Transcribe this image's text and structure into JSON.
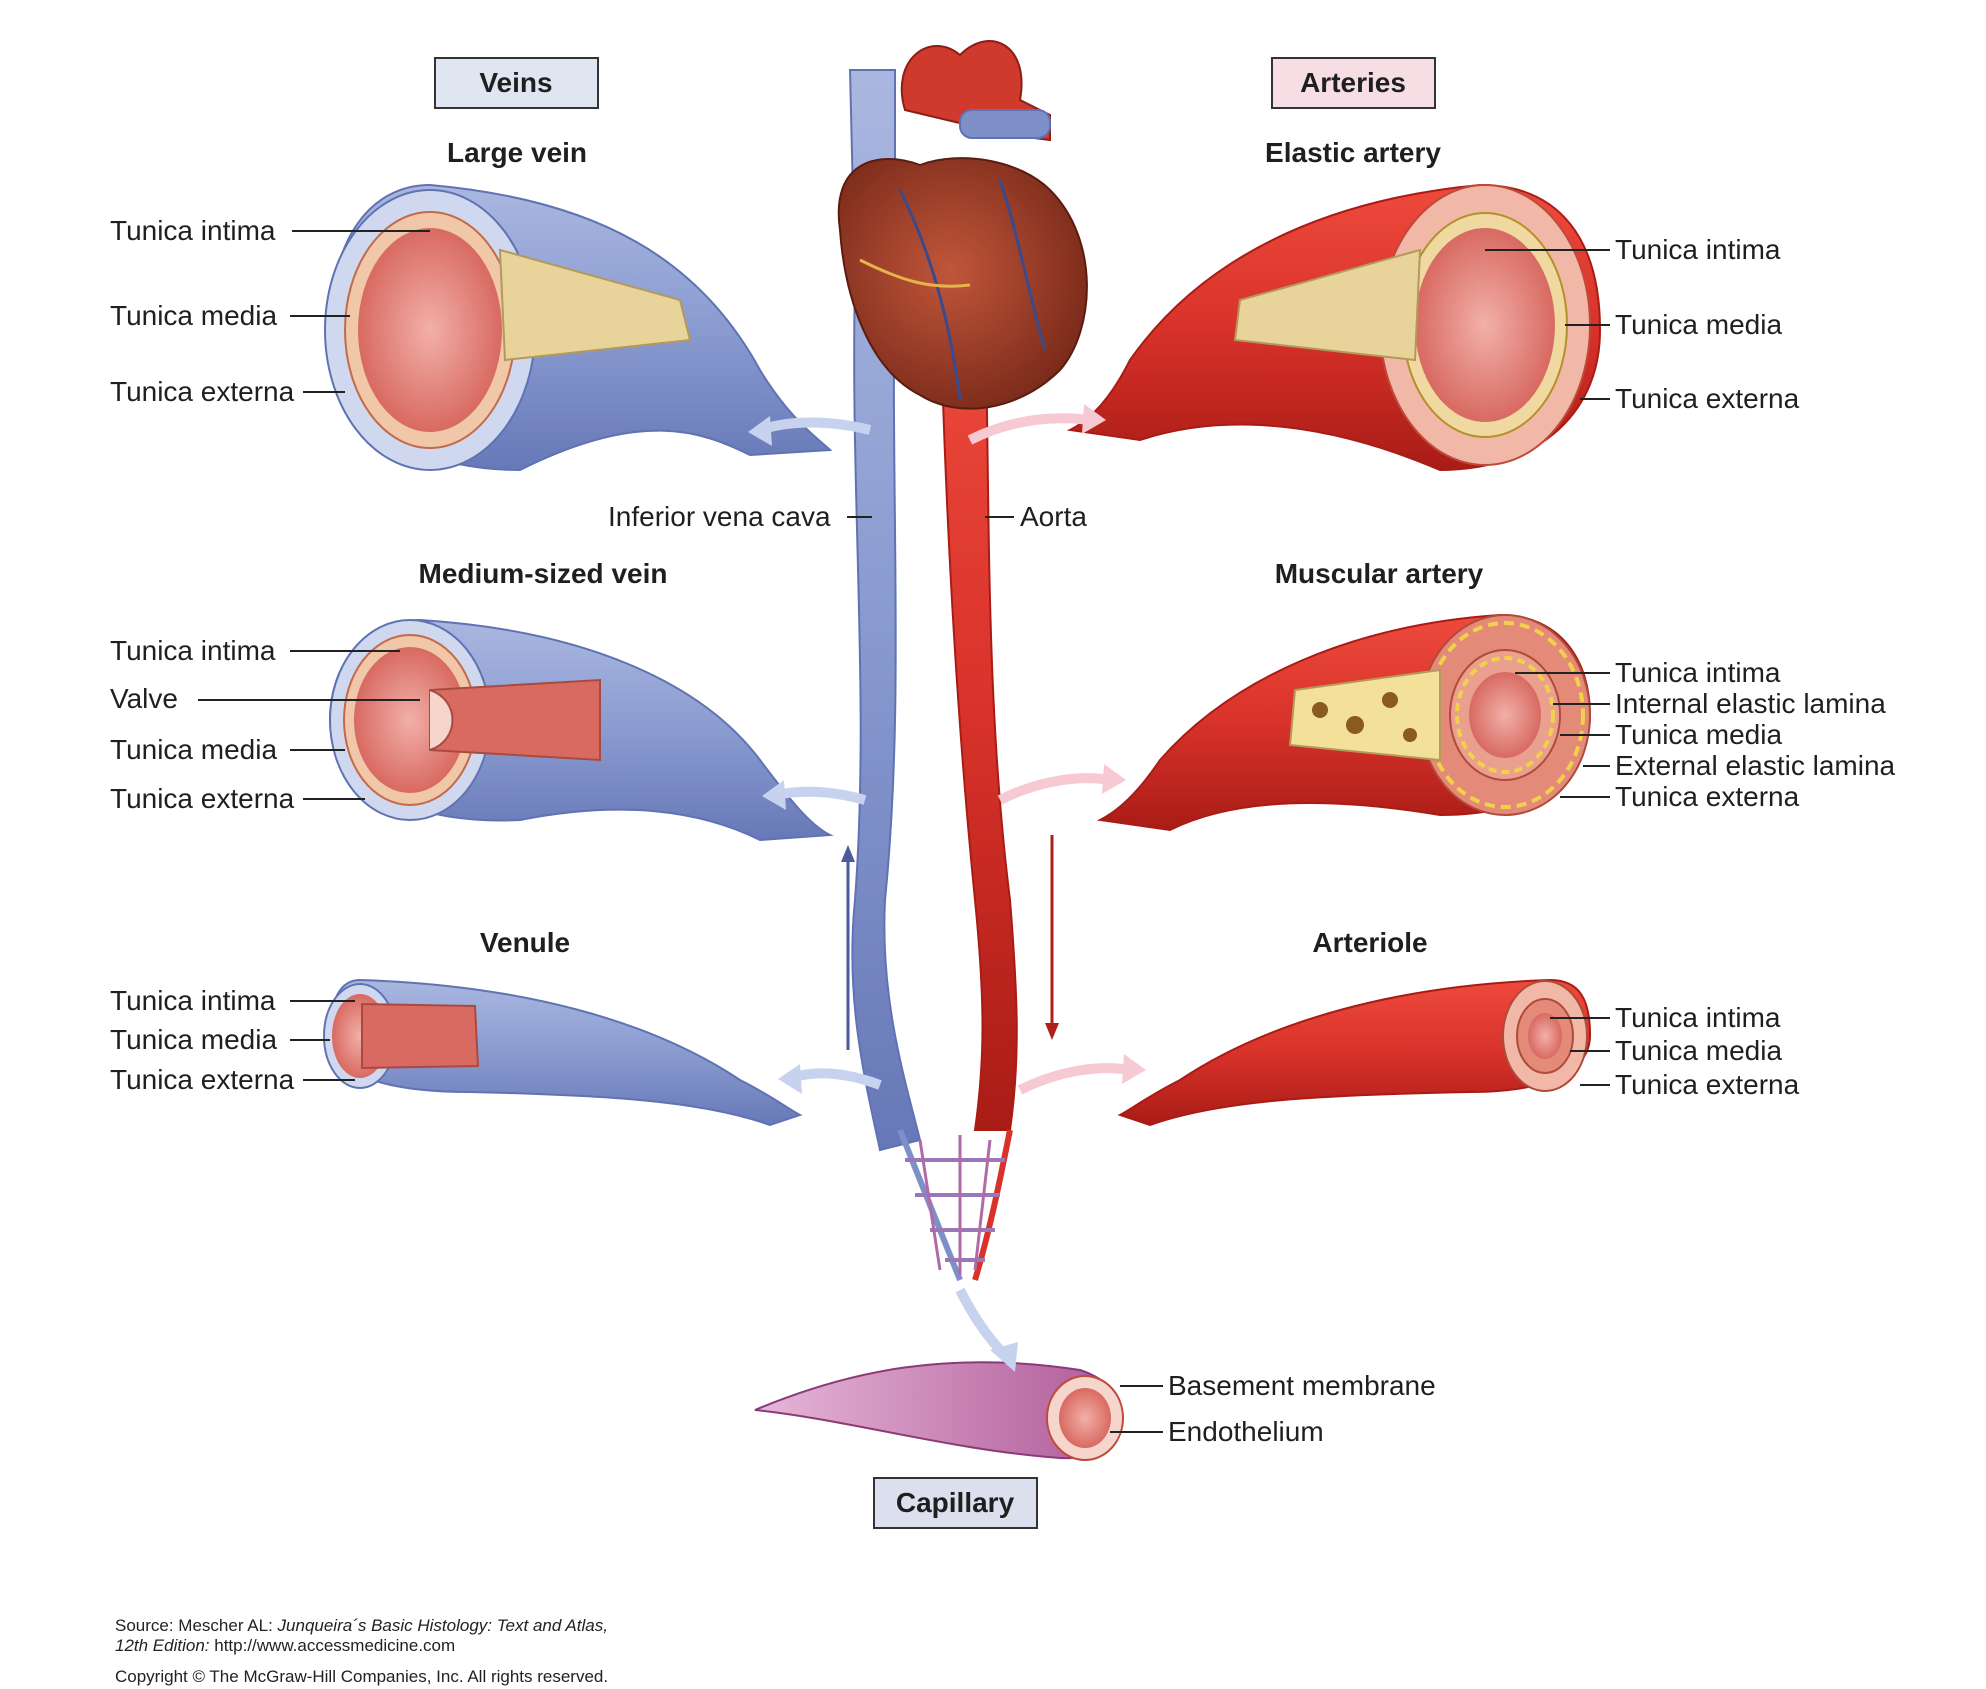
{
  "headers": {
    "veins": "Veins",
    "arteries": "Arteries",
    "capillary": "Capillary"
  },
  "vessels": {
    "large_vein": {
      "title": "Large vein",
      "labels": [
        "Tunica intima",
        "Tunica media",
        "Tunica externa"
      ]
    },
    "medium_vein": {
      "title": "Medium-sized vein",
      "labels": [
        "Tunica intima",
        "Valve",
        "Tunica media",
        "Tunica externa"
      ]
    },
    "venule": {
      "title": "Venule",
      "labels": [
        "Tunica intima",
        "Tunica media",
        "Tunica externa"
      ]
    },
    "elastic_artery": {
      "title": "Elastic artery",
      "labels": [
        "Tunica intima",
        "Tunica media",
        "Tunica externa"
      ]
    },
    "muscular_artery": {
      "title": "Muscular artery",
      "labels": [
        "Tunica intima",
        "Internal elastic lamina",
        "Tunica media",
        "External elastic lamina",
        "Tunica externa"
      ]
    },
    "arteriole": {
      "title": "Arteriole",
      "labels": [
        "Tunica intima",
        "Tunica media",
        "Tunica externa"
      ]
    },
    "capillary": {
      "labels": [
        "Basement membrane",
        "Endothelium"
      ]
    }
  },
  "main_vessels": {
    "ivc": "Inferior vena cava",
    "aorta": "Aorta"
  },
  "source": {
    "prefix": "Source: Mescher AL: ",
    "book": "Junqueira´s Basic Histology: Text and Atlas,",
    "edition": "12th Edition:",
    "url": " http://www.accessmedicine.com",
    "copyright": "Copyright © The McGraw-Hill Companies, Inc. All rights reserved."
  },
  "colors": {
    "vein": "#8a9bd0",
    "vein_dark": "#5f73b3",
    "artery": "#d8322a",
    "artery_dark": "#b0201a",
    "capillary": "#c87bb0",
    "header_vein_bg": "#dfe6f2",
    "header_artery_bg": "#f7dde4",
    "header_cap_bg": "#dcdfee"
  }
}
